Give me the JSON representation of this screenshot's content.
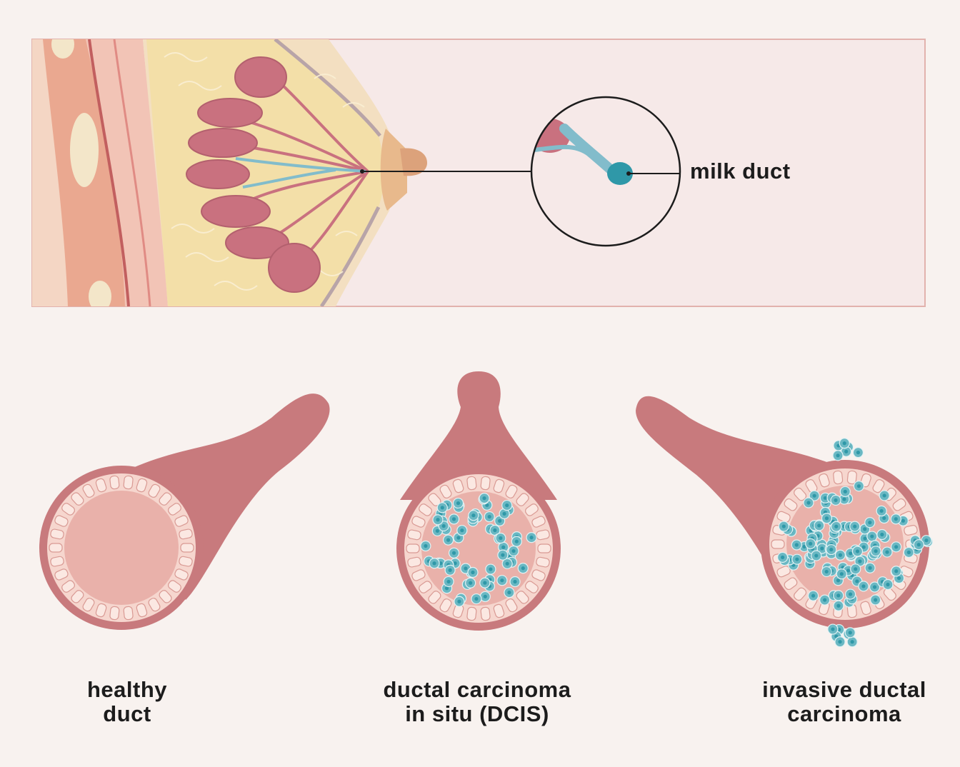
{
  "callout": {
    "label": "milk duct"
  },
  "ducts": [
    {
      "line1": "healthy",
      "line2": "duct"
    },
    {
      "line1": "ductal carcinoma",
      "line2": "in situ (DCIS)"
    },
    {
      "line1": "invasive ductal",
      "line2": "carcinoma"
    }
  ],
  "colors": {
    "background": "#f8f2ef",
    "panel": "#f6e9e8",
    "panel_border": "#e2b2ad",
    "duct_wall": "#c87a7d",
    "duct_lumen": "#e9b1aa",
    "epithelial_cell": "#fbe8e2",
    "cancer_cell": "#6ab8c3",
    "cancer_nucleus": "#2f98a8",
    "fat": "#f3dfa8",
    "lobule": "#c9717f"
  }
}
